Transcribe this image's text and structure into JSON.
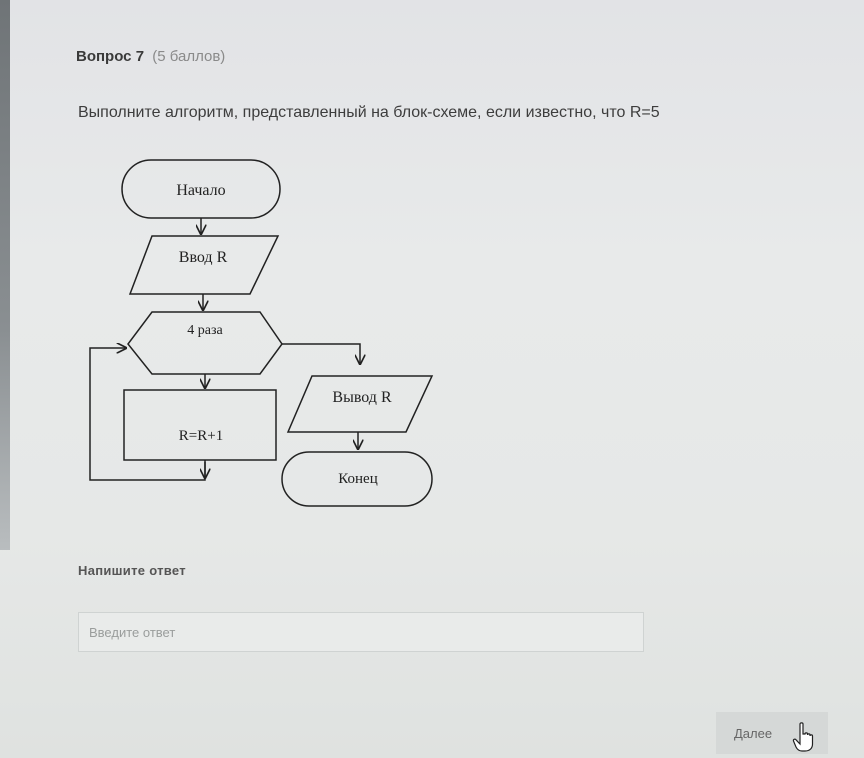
{
  "question": {
    "number_label": "Вопрос 7",
    "points_label": "(5 баллов)",
    "text": "Выполните алгоритм, представленный на блок-схеме, если известно, что R=5"
  },
  "flowchart": {
    "start": "Начало",
    "input": "Ввод R",
    "loop": "4 раза",
    "process": "R=R+1",
    "output": "Вывод R",
    "end": "Конец"
  },
  "answer": {
    "label": "Напишите ответ",
    "placeholder": "Введите ответ",
    "value": ""
  },
  "navigation": {
    "next_label": "Далее",
    "cursor_icon": "hand-pointer-icon"
  }
}
